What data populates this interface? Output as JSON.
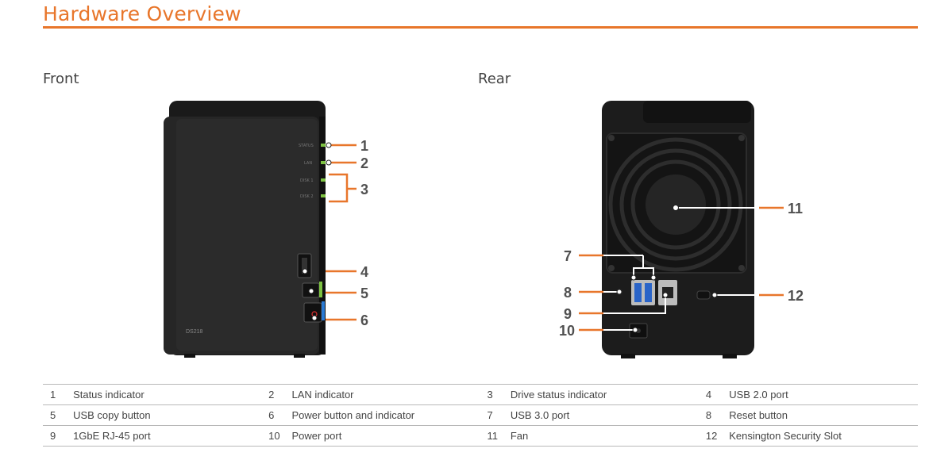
{
  "title": "Hardware Overview",
  "sections": {
    "front": "Front",
    "rear": "Rear"
  },
  "device": {
    "model": "DS218",
    "front_panel_labels": [
      "STATUS",
      "LAN",
      "DISK 1",
      "DISK 2"
    ]
  },
  "callouts": {
    "front": [
      "1",
      "2",
      "3",
      "4",
      "5",
      "6"
    ],
    "rear": [
      "7",
      "8",
      "9",
      "10",
      "11",
      "12"
    ]
  },
  "legend": [
    [
      {
        "num": "1",
        "label": "Status indicator"
      },
      {
        "num": "2",
        "label": "LAN indicator"
      },
      {
        "num": "3",
        "label": "Drive status indicator"
      },
      {
        "num": "4",
        "label": "USB 2.0 port"
      }
    ],
    [
      {
        "num": "5",
        "label": "USB copy button"
      },
      {
        "num": "6",
        "label": "Power button and indicator"
      },
      {
        "num": "7",
        "label": "USB 3.0 port"
      },
      {
        "num": "8",
        "label": "Reset button"
      }
    ],
    [
      {
        "num": "9",
        "label": "1GbE RJ-45 port"
      },
      {
        "num": "10",
        "label": "Power port"
      },
      {
        "num": "11",
        "label": "Fan"
      },
      {
        "num": "12",
        "label": "Kensington Security Slot"
      }
    ]
  ],
  "colors": {
    "accent": "#e8762b",
    "led": "#7dc242",
    "device": "#1c1c1c"
  }
}
